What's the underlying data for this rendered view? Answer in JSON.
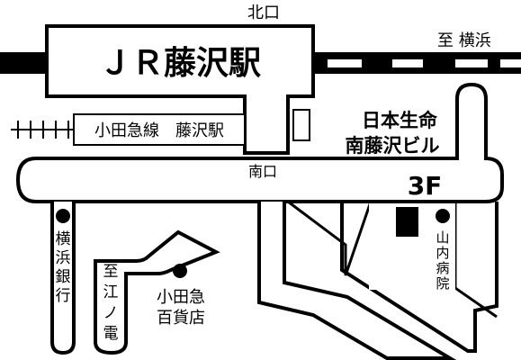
{
  "labels": {
    "north_exit": "北口",
    "south_exit": "南口",
    "to_yokohama": "至 横浜",
    "jr_station": "ＪＲ藤沢駅",
    "odakyu_station": "小田急線　藤沢駅",
    "building_line1": "日本生命",
    "building_line2": "南藤沢ビル",
    "floor": "3F",
    "yokohama_bank": [
      "横",
      "浜",
      "銀",
      "行"
    ],
    "to_enoden": [
      "至",
      "江",
      "ノ",
      "電"
    ],
    "odakyu_dept_line1": "小田急",
    "odakyu_dept_line2": "百貨店",
    "yamauchi_hospital": [
      "山",
      "内",
      "病",
      "院"
    ]
  },
  "colors": {
    "ink": "#000000",
    "paper": "#ffffff"
  }
}
